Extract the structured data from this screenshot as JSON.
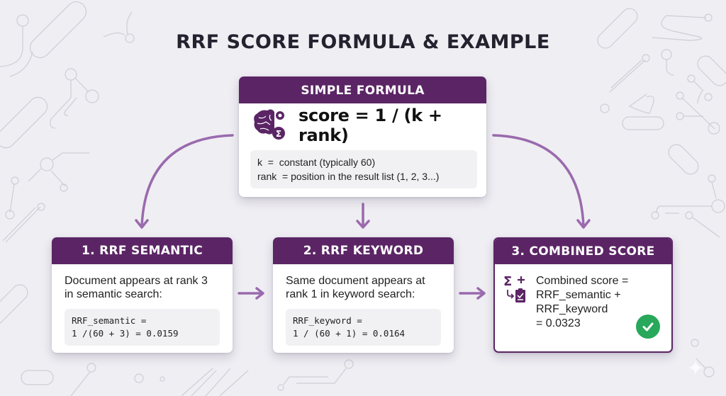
{
  "title": "RRF SCORE FORMULA & EXAMPLE",
  "colors": {
    "accent": "#5b2565",
    "arrow": "#9a6aad",
    "background": "#efeef3",
    "success": "#27a85a"
  },
  "formula": {
    "header": "SIMPLE FORMULA",
    "icon": "brain-gear-sigma-icon",
    "equation": "score = 1 / (k + rank)",
    "definitions": [
      "k  =  constant (typically 60)",
      "rank  = position in the result list (1, 2, 3...)"
    ]
  },
  "steps": [
    {
      "header": "1. RRF SEMANTIC",
      "description": [
        "Document appears at rank 3",
        "in semantic search:"
      ],
      "code": [
        "RRF_semantic =",
        "1 /(60 + 3) = 0.0159"
      ]
    },
    {
      "header": "2. RRF KEYWORD",
      "description": [
        "Same document appears at",
        "rank 1 in keyword search:"
      ],
      "code": [
        "RRF_keyword =",
        "1 / (60 + 1) = 0.0164"
      ]
    },
    {
      "header": "3. COMBINED SCORE",
      "icon": "sum-clipboard-icon",
      "lines": [
        "Combined score =",
        "RRF_semantic +",
        "RRF_keyword",
        "= 0.0323"
      ],
      "status_icon": "checkmark-icon"
    }
  ]
}
